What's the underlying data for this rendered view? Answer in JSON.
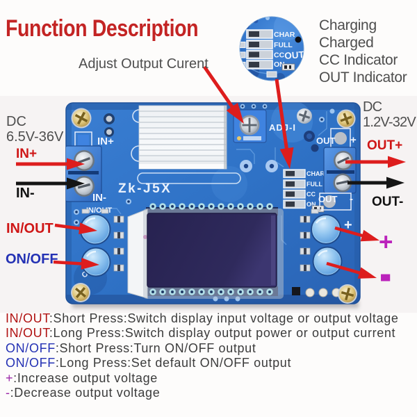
{
  "title": "Function Description",
  "annotations": {
    "adjust": "Adjust Output Curent",
    "legend": [
      "Charging",
      "Charged",
      "CC Indicator",
      "OUT Indicator"
    ],
    "dc_in_line1": "DC",
    "dc_in_line2": "6.5V-36V",
    "dc_out_line1": "DC",
    "dc_out_line2": "1.2V-32V",
    "in_plus": "IN+",
    "in_minus": "IN-",
    "out_plus": "OUT+",
    "out_minus": "OUT-",
    "btn_in_out": "IN/OUT",
    "btn_on_off": "ON/OFF",
    "btn_plus": "+",
    "btn_minus": "-"
  },
  "callout": {
    "leds": [
      "CHAR",
      "FULL",
      "CC",
      "ON"
    ],
    "out_label": "OUT"
  },
  "board": {
    "model": "Zk-J5X",
    "adj_label": "ADJ-I",
    "silk_in_plus": "IN+",
    "silk_in_minus": "IN-",
    "silk_in_out": "IN/OUT",
    "silk_on_off": "ON/OFF",
    "silk_out_top": "OUT",
    "silk_out_top_sign": "+",
    "silk_out_bottom": "OUT",
    "silk_out_bottom_sign": "-",
    "silk_btn_plus": "+",
    "led_labels": [
      "CHAR",
      "FULL",
      "CC",
      "ON"
    ]
  },
  "instructions": [
    {
      "key": "IN/OUT",
      "rest": ":Short Press:Switch display input voltage or output voltage"
    },
    {
      "key": "IN/OUT",
      "rest": ":Long Press:Switch display output power or output current"
    },
    {
      "key": "ON/OFF",
      "rest": ":Short Press:Turn ON/OFF output"
    },
    {
      "key": "ON/OFF",
      "rest": ":Long Press:Set default ON/OFF output"
    },
    {
      "key": "+",
      "rest": ":Increase output voltage"
    },
    {
      "key": "-",
      "rest": ":Decrease output voltage"
    }
  ],
  "colors": {
    "title_red": "#c32424",
    "annotation_red": "#cf1616",
    "annotation_black": "#121212",
    "annotation_gray": "#4e4e4e",
    "magenta": "#bb22bb",
    "instr_red": "#b01212",
    "instr_blue": "#2431b4",
    "instr_purple": "#9c28a8",
    "board_blue": "#2f74c9",
    "arrow_red": "#dd1d1d",
    "arrow_black": "#151515"
  }
}
